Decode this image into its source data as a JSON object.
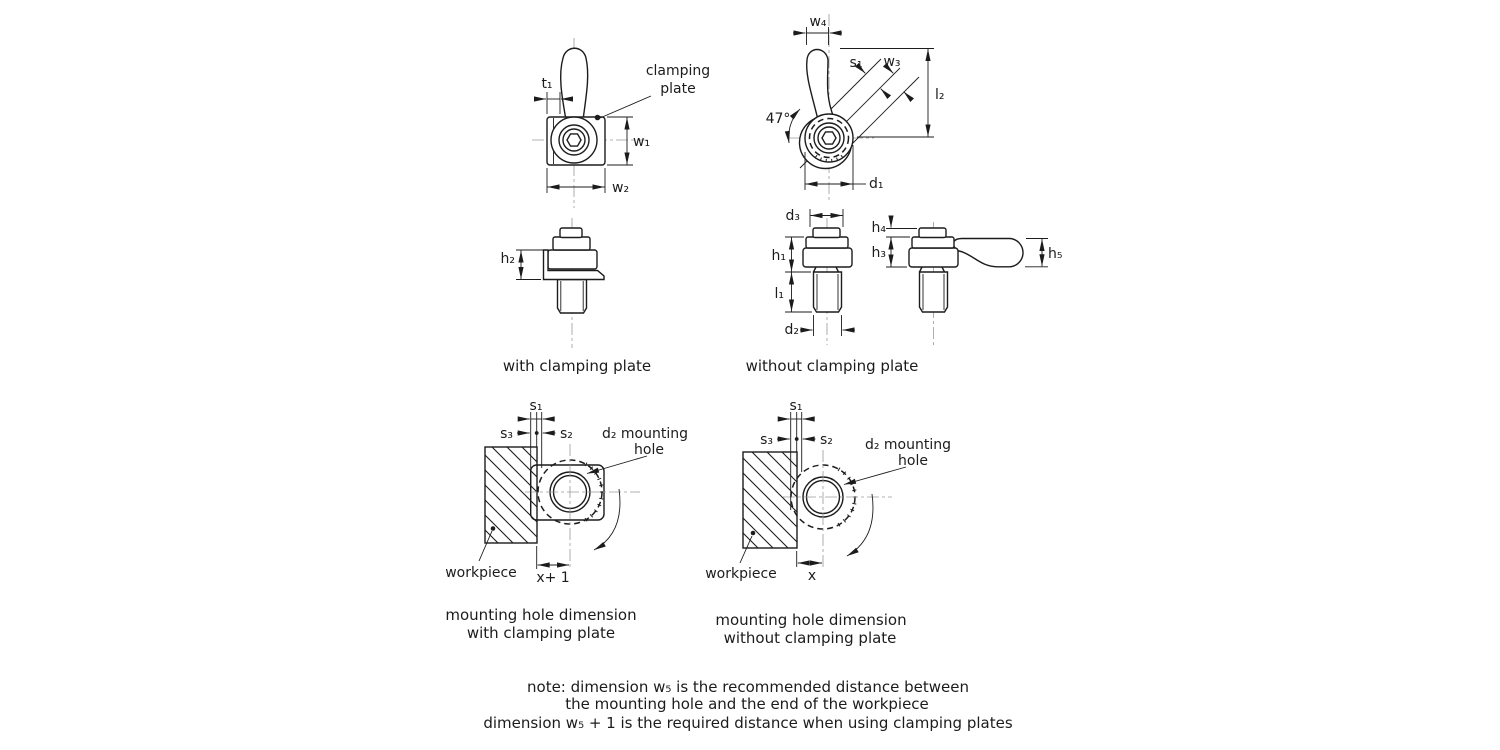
{
  "colors": {
    "line": "#1c1c1c",
    "centerline": "#9a9a9a",
    "background": "#ffffff"
  },
  "top": {
    "with_plate": {
      "caption": "with clamping plate",
      "callout_line1": "clamping",
      "callout_line2": "plate",
      "dim_t1": "t₁",
      "dim_w1": "w₁",
      "dim_w2": "w₂",
      "dim_h2": "h₂"
    },
    "without_plate": {
      "caption": "without clamping plate",
      "dim_w4": "w₄",
      "dim_s1": "s₁",
      "dim_w3": "w₃",
      "dim_l2": "l₂",
      "dim_angle": "47°",
      "dim_d1": "d₁",
      "dim_d3": "d₃",
      "dim_h1": "h₁",
      "dim_l1": "l₁",
      "dim_d2": "d₂",
      "dim_h4": "h₄",
      "dim_h3": "h₃",
      "dim_h5": "h₅"
    }
  },
  "bottom": {
    "with_plate": {
      "dim_s1": "s₁",
      "dim_s3": "s₃",
      "dim_s2": "s₂",
      "callout_line1": "d₂ mounting",
      "callout_line2": "hole",
      "workpiece": "workpiece",
      "dim_x": "x+ 1",
      "caption_line1": "mounting hole dimension",
      "caption_line2": "with clamping plate"
    },
    "without_plate": {
      "dim_s1": "s₁",
      "dim_s3": "s₃",
      "dim_s2": "s₂",
      "callout_line1": "d₂ mounting",
      "callout_line2": "hole",
      "workpiece": "workpiece",
      "dim_x": "x",
      "caption_line1": "mounting hole dimension",
      "caption_line2": "without clamping plate"
    }
  },
  "note": {
    "line1": "note: dimension w₅ is the recommended distance between",
    "line2": "the mounting hole and the end of the workpiece",
    "line3": "dimension w₅ + 1 is the required distance when using clamping plates"
  }
}
